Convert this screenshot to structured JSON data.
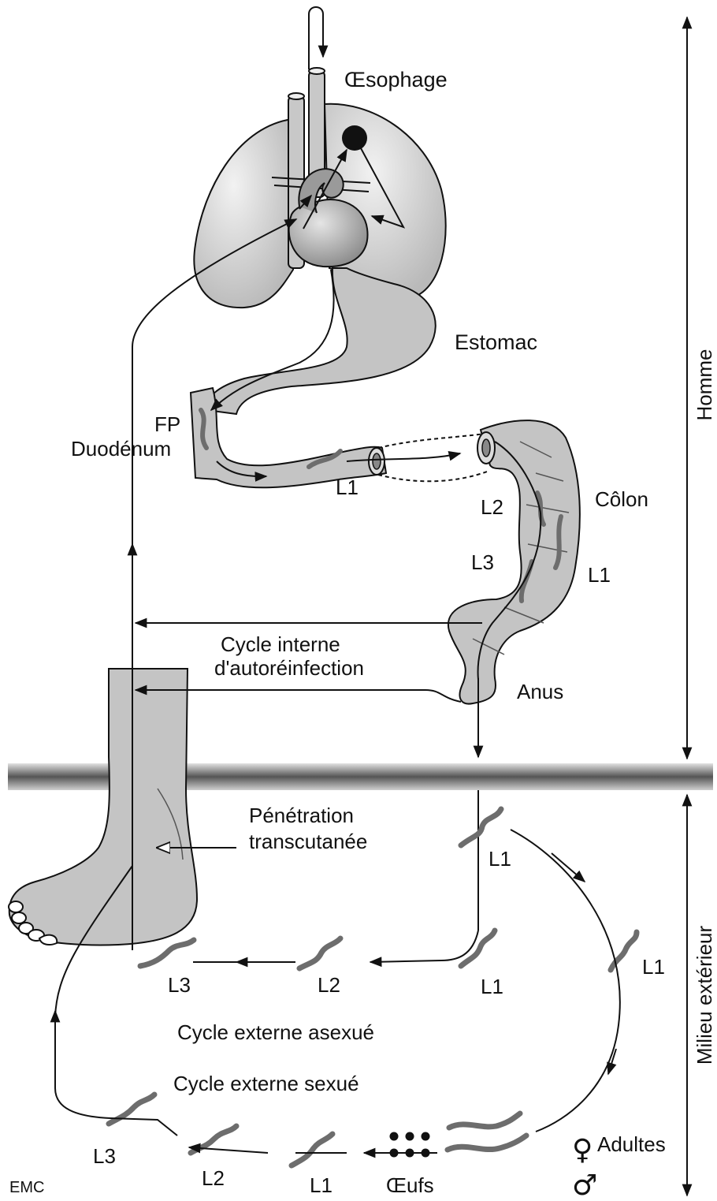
{
  "labels": {
    "esophagus": "Œsophage",
    "stomach": "Estomac",
    "fp": "FP",
    "duodenum": "Duodénum",
    "colon": "Côlon",
    "anus": "Anus",
    "l1_duodenum": "L1",
    "l2_colon": "L2",
    "l3_colon": "L3",
    "l1_colon": "L1",
    "internal_cycle_line1": "Cycle interne",
    "internal_cycle_line2": "d'autoréinfection",
    "penetration_line1": "Pénétration",
    "penetration_line2": "transcutanée",
    "l1_soil_top": "L1",
    "l1_soil_right": "L1",
    "asex_l3": "L3",
    "asex_l2": "L2",
    "asex_l1": "L1",
    "asexual_cycle": "Cycle externe asexué",
    "sexual_cycle": "Cycle externe sexué",
    "sex_l3": "L3",
    "sex_l2": "L2",
    "sex_l1": "L1",
    "eggs": "Œufs",
    "adults": "Adultes",
    "emc": "EMC"
  },
  "side_labels": {
    "human": "Homme",
    "environment": "Milieu extérieur"
  },
  "symbols": {
    "female": "♀",
    "male": "♂"
  },
  "colors": {
    "organ_fill": "#c4c4c4",
    "lung_fill": "#d2d2d2",
    "heart_fill": "#a8a8a8",
    "larva": "#6d6d6d",
    "line": "#111111",
    "ground_dark": "#5a5a5a",
    "ground_light": "#d9d9d9"
  }
}
